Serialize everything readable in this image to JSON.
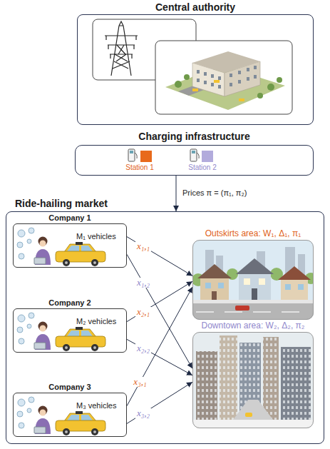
{
  "diagram": {
    "nodes": [
      {
        "text": [
          "Central authority"
        ]
      },
      {
        "text": [
          "Charging infrastructure"
        ]
      },
      {
        "text": [
          "Ride-hailing market"
        ]
      },
      {
        "text": [
          "Company 1",
          "M₁ vehicles"
        ],
        "in": 2
      },
      {
        "text": [
          "Company 2",
          "M₂ vehicles"
        ],
        "in": 2
      },
      {
        "text": [
          "Company 3",
          "M₃ vehicles"
        ],
        "in": 2
      },
      {
        "text": [
          "Outskirts area: W₁, Δ₁, π₁"
        ],
        "in": 2
      },
      {
        "text": [
          "Downtown area: W₂, Δ₂, π₂"
        ],
        "in": 2
      }
    ],
    "edges": [
      {
        "from": 1,
        "to": 2,
        "arrow": "to",
        "label": "Prices π = (π₁, π₂)"
      },
      {
        "from": 3,
        "to": 6,
        "arrow": "to",
        "label": "x₁,₁"
      },
      {
        "from": 3,
        "to": 7,
        "arrow": "to",
        "label": "x₁,₂"
      },
      {
        "from": 4,
        "to": 6,
        "arrow": "to",
        "label": "x₂,₁"
      },
      {
        "from": 4,
        "to": 7,
        "arrow": "to",
        "label": "x₂,₂"
      },
      {
        "from": 5,
        "to": 6,
        "arrow": "to",
        "label": "x₃,₁"
      },
      {
        "from": 5,
        "to": 7,
        "arrow": "to",
        "label": "x₃,₂"
      }
    ],
    "labels": [
      "Station 1",
      "Station 2"
    ]
  }
}
